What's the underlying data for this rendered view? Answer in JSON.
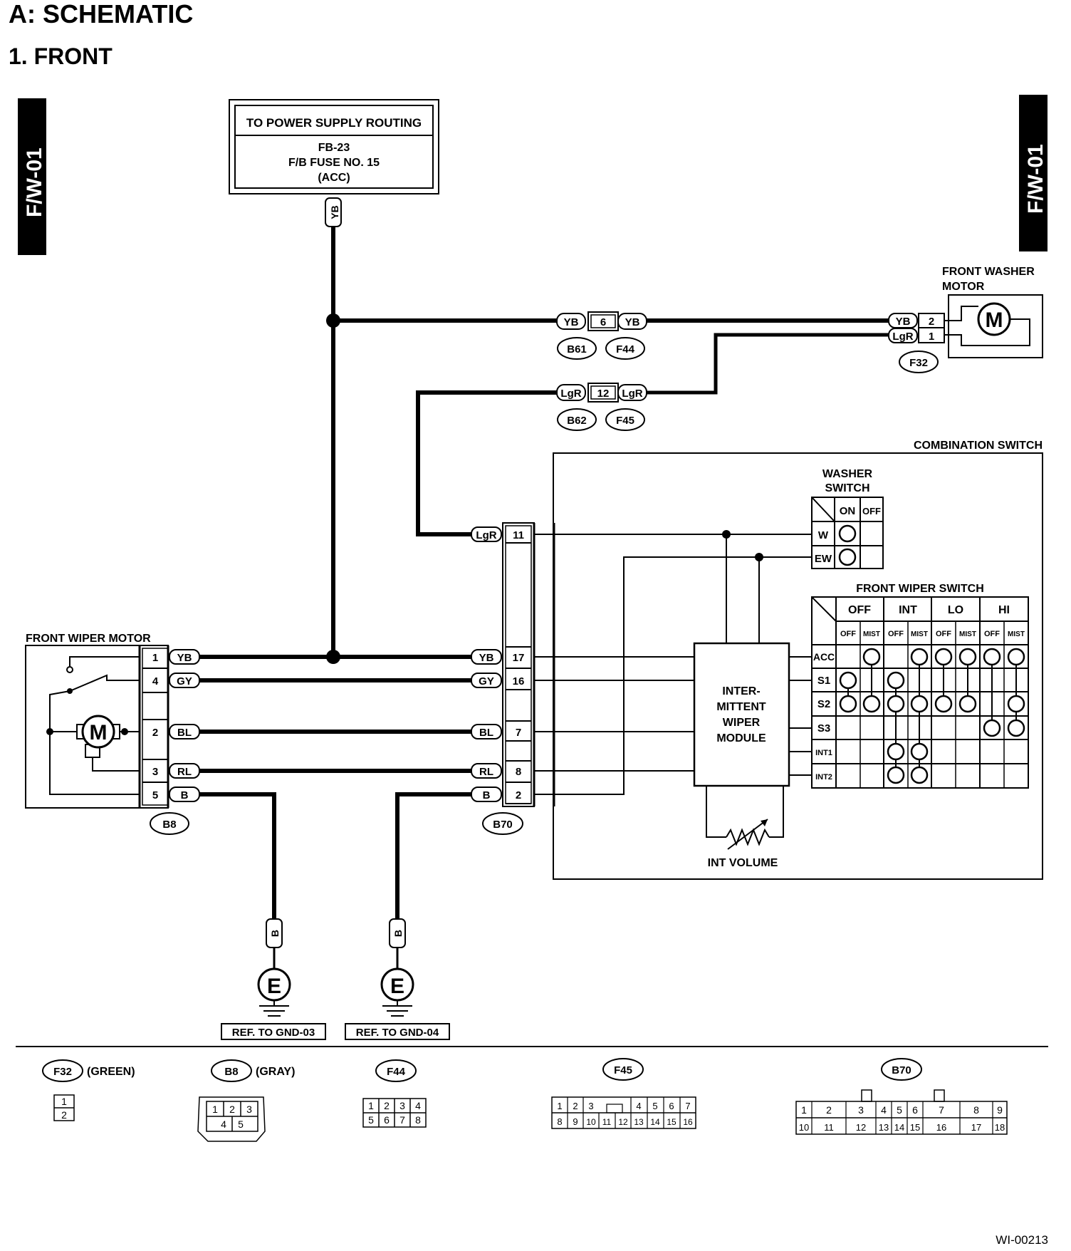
{
  "page": {
    "section_title": "A:  SCHEMATIC",
    "subsection_title": "1.  FRONT",
    "side_tab_left": "F/W-01",
    "side_tab_right": "F/W-01",
    "figure_id": "WI-00213"
  },
  "power_supply": {
    "header": "TO POWER SUPPLY ROUTING",
    "line1": "FB-23",
    "line2": "F/B FUSE NO. 15",
    "line3": "(ACC)",
    "wire": "YB"
  },
  "washer_motor": {
    "title_line1": "FRONT WASHER",
    "title_line2": "MOTOR",
    "motor_symbol": "M",
    "pins": [
      {
        "wire": "YB",
        "pin": "2"
      },
      {
        "wire": "LgR",
        "pin": "1"
      }
    ],
    "connector": "F32"
  },
  "joint_connectors": [
    {
      "left_wire": "YB",
      "pin": "6",
      "right_wire": "YB",
      "left_conn": "B61",
      "right_conn": "F44"
    },
    {
      "left_wire": "LgR",
      "pin": "12",
      "right_wire": "LgR",
      "left_conn": "B62",
      "right_conn": "F45"
    }
  ],
  "wiper_motor": {
    "title": "FRONT WIPER MOTOR",
    "motor_symbol": "M",
    "connector": "B8",
    "pins": [
      {
        "pin": "1",
        "wire": "YB"
      },
      {
        "pin": "4",
        "wire": "GY"
      },
      {
        "pin": "2",
        "wire": "BL"
      },
      {
        "pin": "3",
        "wire": "RL"
      },
      {
        "pin": "5",
        "wire": "B"
      }
    ]
  },
  "b70": {
    "connector": "B70",
    "pins": [
      {
        "wire": "LgR",
        "pin": "11"
      },
      {
        "wire": "YB",
        "pin": "17"
      },
      {
        "wire": "GY",
        "pin": "16"
      },
      {
        "wire": "BL",
        "pin": "7"
      },
      {
        "wire": "RL",
        "pin": "8"
      },
      {
        "wire": "B",
        "pin": "2"
      }
    ]
  },
  "combination_switch": {
    "title": "COMBINATION SWITCH",
    "washer_switch": {
      "title_line1": "WASHER",
      "title_line2": "SWITCH",
      "columns": [
        "ON",
        "OFF"
      ],
      "rows": [
        "W",
        "EW"
      ]
    },
    "module": {
      "line1": "INTER-",
      "line2": "MITTENT",
      "line3": "WIPER",
      "line4": "MODULE"
    },
    "int_volume": "INT VOLUME",
    "front_wiper_switch": {
      "title": "FRONT WIPER SWITCH",
      "groups": [
        "OFF",
        "INT",
        "LO",
        "HI"
      ],
      "subcols": [
        "OFF",
        "MIST",
        "OFF",
        "MIST",
        "OFF",
        "MIST",
        "OFF",
        "MIST"
      ],
      "rows": [
        "ACC",
        "S1",
        "S2",
        "S3",
        "INT1",
        "INT2"
      ]
    }
  },
  "grounds": [
    {
      "wire": "B",
      "symbol": "E",
      "ref": "REF. TO GND-03"
    },
    {
      "wire": "B",
      "symbol": "E",
      "ref": "REF. TO GND-04"
    }
  ],
  "connector_views": [
    {
      "name": "F32",
      "color": "(GREEN)",
      "pins": [
        "1",
        "2"
      ]
    },
    {
      "name": "B8",
      "color": "(GRAY)",
      "pins": [
        "1",
        "2",
        "3",
        "4",
        "5"
      ]
    },
    {
      "name": "F44",
      "pins": [
        "1",
        "2",
        "3",
        "4",
        "5",
        "6",
        "7",
        "8"
      ]
    },
    {
      "name": "F45",
      "pins": [
        "1",
        "2",
        "3",
        "4",
        "5",
        "6",
        "7",
        "8",
        "9",
        "10",
        "11",
        "12",
        "13",
        "14",
        "15",
        "16"
      ]
    },
    {
      "name": "B70",
      "pins": [
        "1",
        "2",
        "3",
        "4",
        "5",
        "6",
        "7",
        "8",
        "9",
        "10",
        "11",
        "12",
        "13",
        "14",
        "15",
        "16",
        "17",
        "18"
      ]
    }
  ]
}
